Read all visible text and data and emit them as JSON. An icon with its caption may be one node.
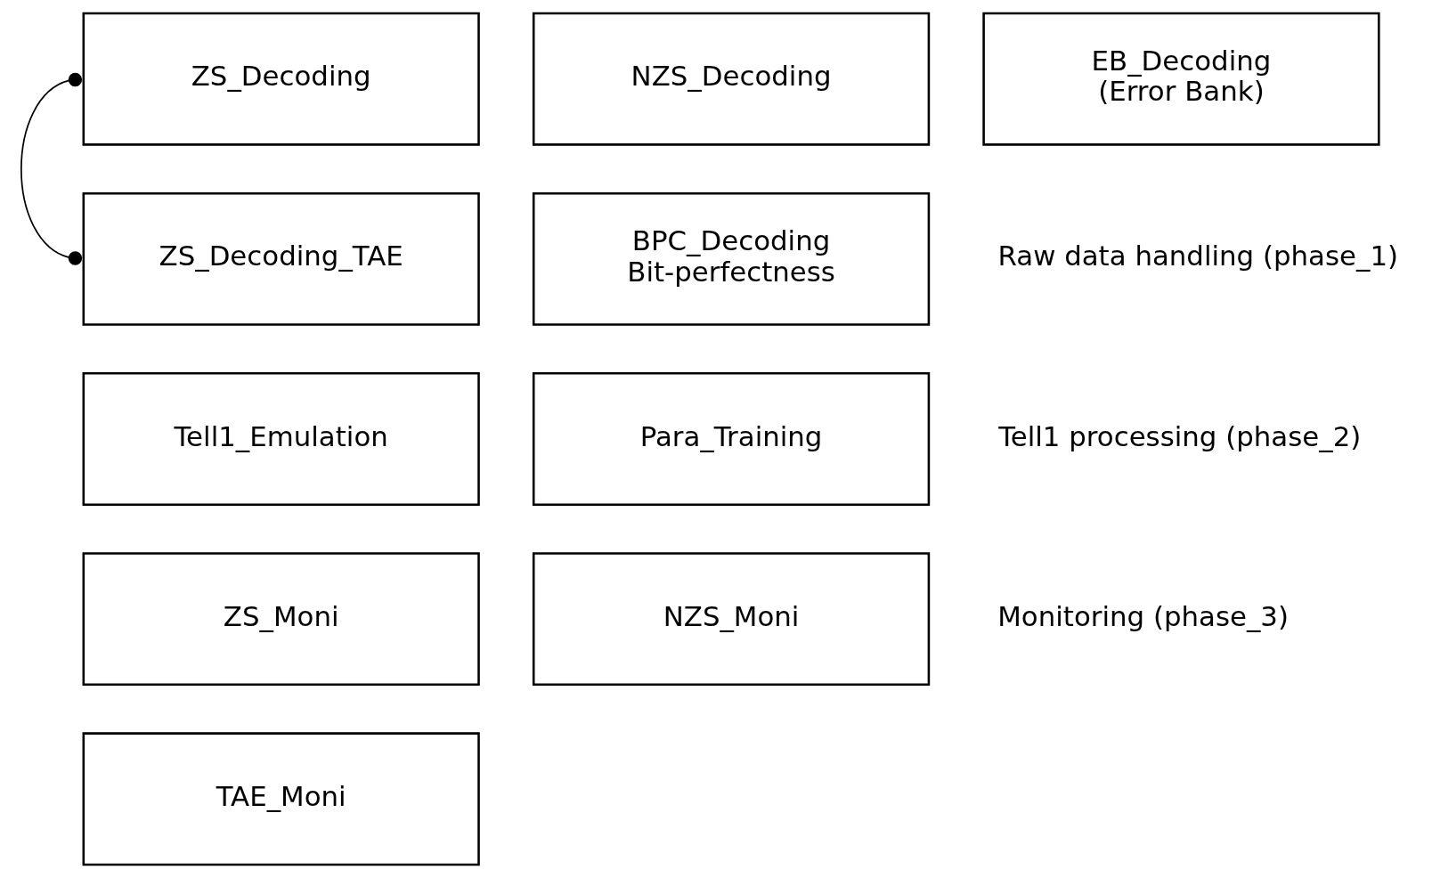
{
  "diagram": {
    "nodes": [
      {
        "text": [
          "ZS_Decoding"
        ]
      },
      {
        "text": [
          "NZS_Decoding"
        ]
      },
      {
        "text": [
          "EB_Decoding",
          "(Error Bank)"
        ]
      },
      {
        "text": [
          "ZS_Decoding_TAE"
        ]
      },
      {
        "text": [
          "BPC_Decoding",
          "Bit-perfectness"
        ]
      },
      {
        "text": [
          "Tell1_Emulation"
        ]
      },
      {
        "text": [
          "Para_Training"
        ]
      },
      {
        "text": [
          "ZS_Moni"
        ]
      },
      {
        "text": [
          "NZS_Moni"
        ]
      },
      {
        "text": [
          "TAE_Moni"
        ]
      }
    ],
    "edges": [
      {
        "from": 0,
        "to": 3,
        "arrow": "other"
      }
    ],
    "labels": [
      "Raw data handling (phase_1)",
      "Tell1 processing (phase_2)",
      "Monitoring (phase_3)"
    ]
  }
}
